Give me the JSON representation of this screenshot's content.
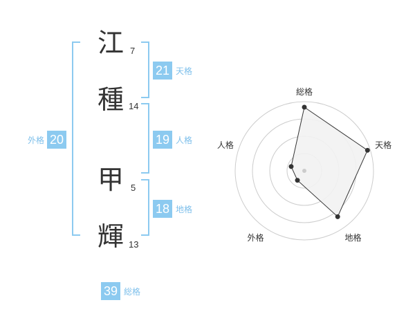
{
  "name": {
    "chars": [
      {
        "kanji": "江",
        "strokes": "7"
      },
      {
        "kanji": "種",
        "strokes": "14"
      },
      {
        "kanji": "甲",
        "strokes": "5"
      },
      {
        "kanji": "輝",
        "strokes": "13"
      }
    ]
  },
  "fortune": {
    "tenkaku": {
      "value": "21",
      "label": "天格"
    },
    "jinkaku": {
      "value": "19",
      "label": "人格"
    },
    "chikaku": {
      "value": "18",
      "label": "地格"
    },
    "gaikaku": {
      "value": "20",
      "label": "外格"
    },
    "soukaku": {
      "value": "39",
      "label": "総格"
    }
  },
  "radar": {
    "axes": [
      "総格",
      "天格",
      "地格",
      "外格",
      "人格"
    ],
    "values": [
      0.92,
      0.96,
      0.82,
      0.17,
      0.2
    ],
    "max": 1,
    "rings": 4,
    "colors": {
      "fill": "#f2f2f2",
      "stroke": "#333333",
      "grid": "#cccccc",
      "point": "#333333"
    }
  }
}
